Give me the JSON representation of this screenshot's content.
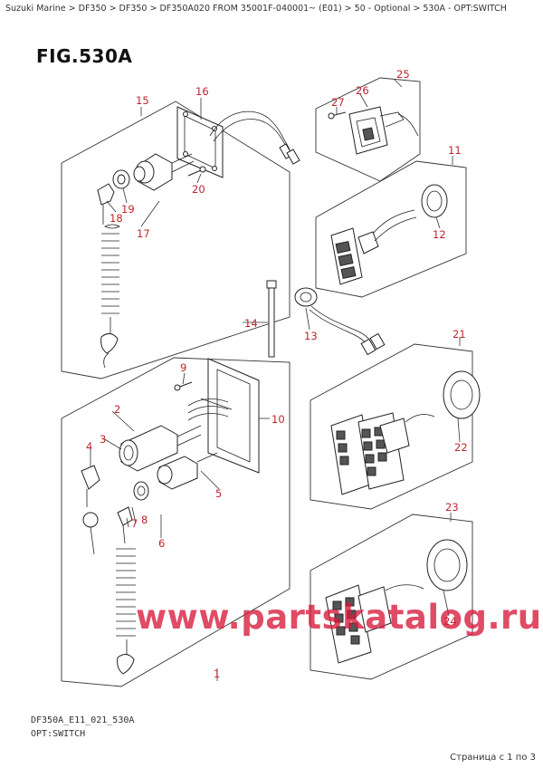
{
  "breadcrumb": "Suzuki Marine > DF350 > DF350 > DF350A020 FROM 35001F-040001~ (E01) > 50 - Optional > 530A - OPT:SWITCH",
  "figure_title": "FIG.530A",
  "footer": {
    "code": "DF350A_E11_021_530A",
    "name": "OPT:SWITCH",
    "page_info": "Страница с 1 по 3"
  },
  "watermark": "www.partskatalog.ru",
  "callouts": {
    "c1": "1",
    "c2": "2",
    "c3": "3",
    "c4": "4",
    "c5": "5",
    "c6": "6",
    "c7": "7",
    "c8": "8",
    "c9": "9",
    "c10": "10",
    "c11": "11",
    "c12": "12",
    "c13": "13",
    "c14": "14",
    "c15": "15",
    "c16": "16",
    "c17": "17",
    "c18": "18",
    "c19": "19",
    "c20": "20",
    "c21": "21",
    "c22": "22",
    "c23": "23",
    "c24": "24",
    "c25": "25",
    "c26": "26",
    "c27": "27"
  }
}
